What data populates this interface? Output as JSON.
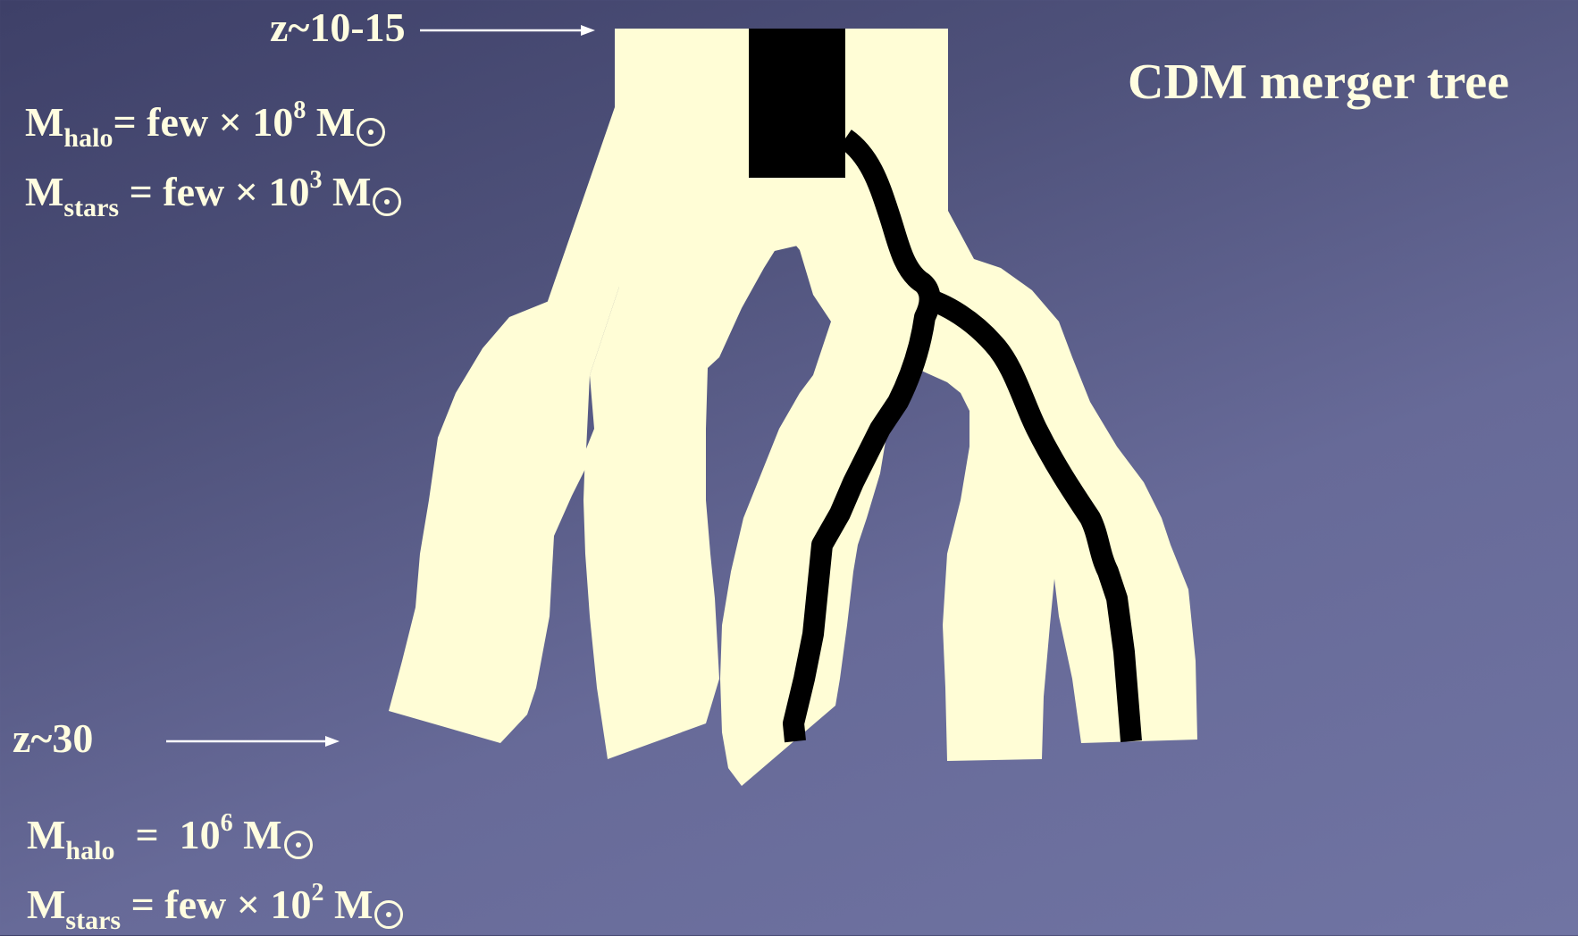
{
  "top_redshift": "z~10-15",
  "bottom_redshift": "z~30",
  "title": "CDM merger tree",
  "top_masses": {
    "halo": {
      "M": "M",
      "sub": "halo",
      "rest": "= few × 10",
      "exp": "8",
      "unit": "M"
    },
    "stars": {
      "M": "M",
      "sub": "stars",
      "rest": " = few × 10",
      "exp": "3",
      "unit": "M"
    }
  },
  "bottom_masses": {
    "halo": {
      "M": "M",
      "sub": "halo",
      "rest": "  =  10",
      "exp": "6",
      "unit": "M"
    },
    "stars": {
      "M": "M",
      "sub": "stars",
      "rest": " = few × 10",
      "exp": "2",
      "unit": "M"
    }
  },
  "colors": {
    "tree": "#fffdd6",
    "stellar_branch": "#000000",
    "text": "#fffde0"
  },
  "icons": {
    "solar_mass_symbol": "sun-icon"
  }
}
